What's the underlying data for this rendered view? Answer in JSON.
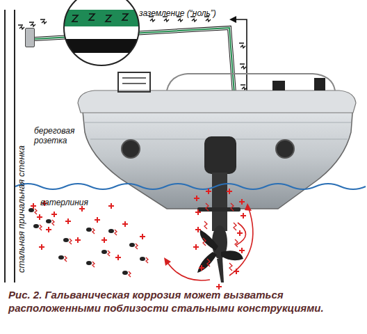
{
  "diagram": {
    "caption": "Рис. 2. Гальваническая коррозия может вызваться расположенными поблизости стальными конструкциями.",
    "nodes": [
      {
        "text": [
          "стальная причальная стенка"
        ]
      },
      {
        "text": [
          "береговая розетка"
        ]
      }
    ],
    "labels": [
      "заземление (“ноль”)",
      "ватерлиния"
    ]
  }
}
